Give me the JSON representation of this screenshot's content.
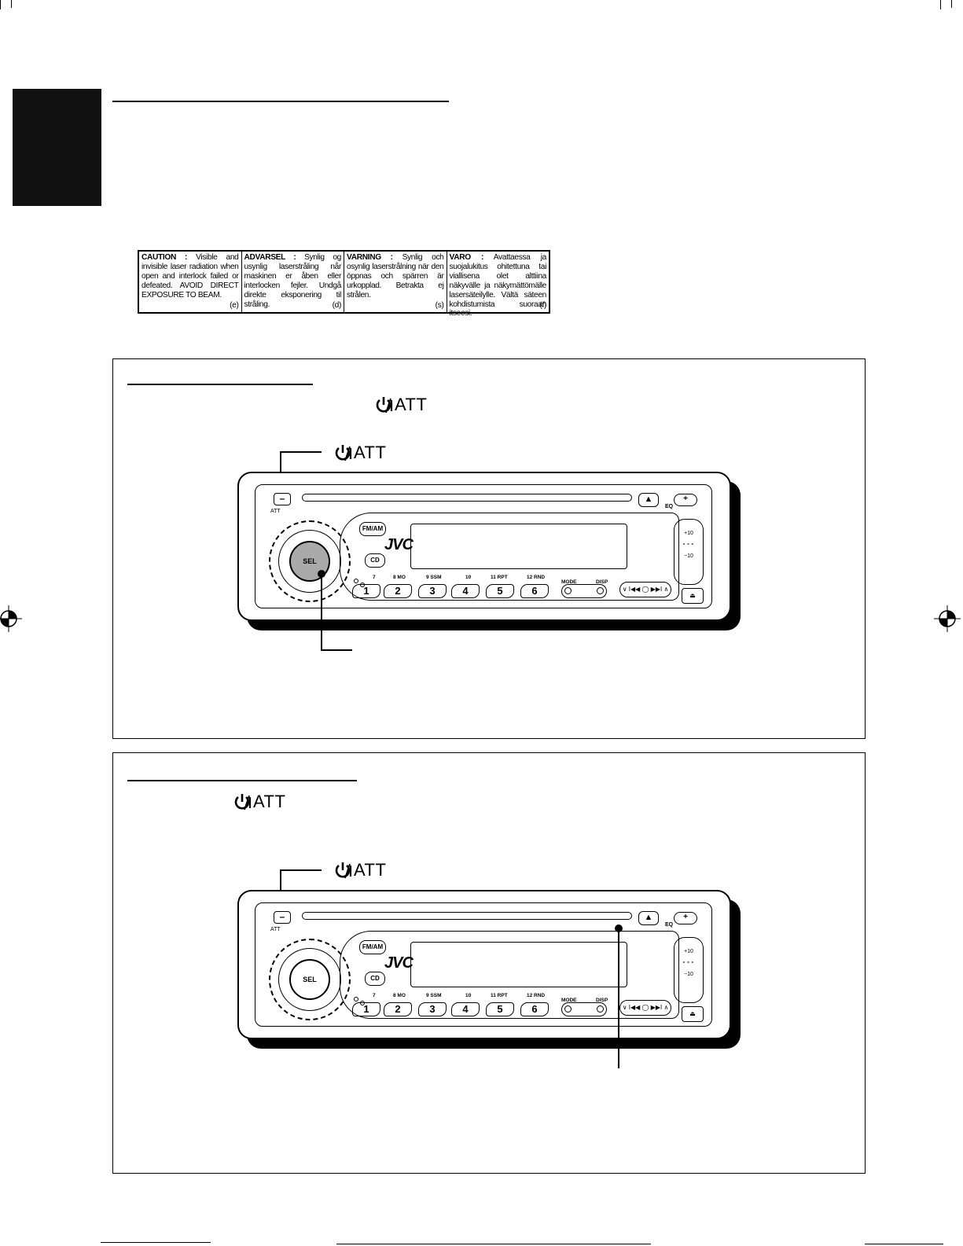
{
  "caution_label": [
    {
      "title": "CAUTION :",
      "text": "Visible and invisible laser radiation when open and interlock failed or defeated. AVOID DIRECT EXPOSURE TO BEAM.",
      "lang": "(e)"
    },
    {
      "title": "ADVARSEL :",
      "text": "Synlig og usynlig laserstråling når maskinen er åben eller interlocken fejler. Undgå direkte eksponering til stråling.",
      "lang": "(d)"
    },
    {
      "title": "VARNING :",
      "text": "Synlig och osynlig laserstrålning när den öppnas och spärren är urkopplad. Betrakta ej strålen.",
      "lang": "(s)"
    },
    {
      "title": "VARO :",
      "text": "Avattaessa ja suojalukitus ohitettuna tai viallisena olet alttiina näkyvälle ja näkymättömälle lasersäteilylle. Vältä säteen kohdistumista suoraan itseesi.",
      "lang": "(f)"
    }
  ],
  "box1": {
    "inline_button": "ATT",
    "callout_button": "ATT"
  },
  "box2": {
    "inline_button": "ATT",
    "callout_button": "ATT"
  },
  "radio": {
    "minus": "–",
    "att_small": "ATT",
    "eject": "▲",
    "eq": "EQ",
    "plus": "+",
    "fmam": "FM/AM",
    "brand": "JVC",
    "cd": "CD",
    "sel": "SEL",
    "row_labels": [
      "7",
      "8  MO",
      "9  SSM",
      "10",
      "11  RPT",
      "12  RND"
    ],
    "mode": "MODE",
    "disp": "DISP",
    "presets": [
      "1",
      "2",
      "3",
      "4",
      "5",
      "6"
    ],
    "skip": "∨ I◀◀ ◯ ▶▶I ∧",
    "side_top": "+10",
    "side_bottom": "−10"
  }
}
